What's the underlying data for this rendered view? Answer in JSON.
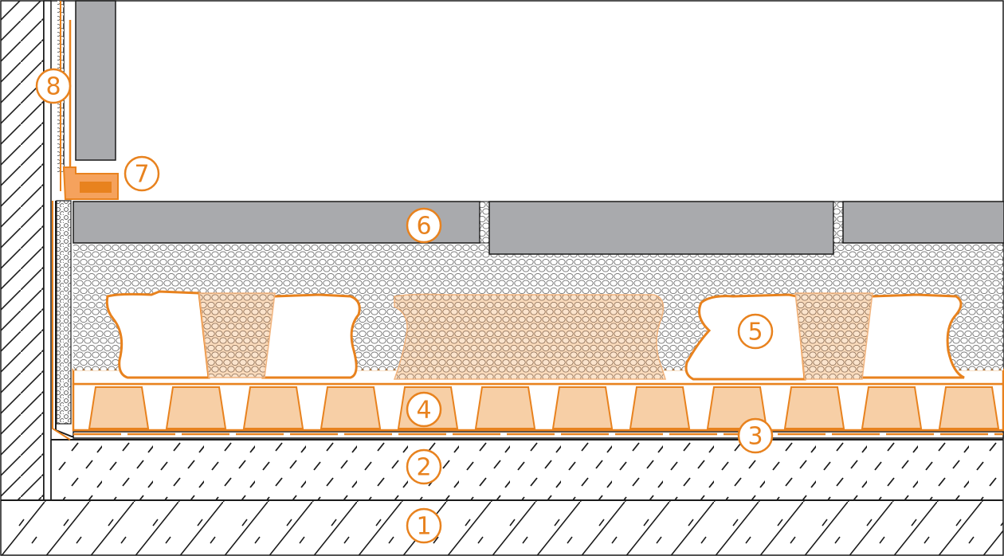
{
  "diagram": {
    "callouts": [
      {
        "id": "1",
        "label": "1"
      },
      {
        "id": "2",
        "label": "2"
      },
      {
        "id": "3",
        "label": "3"
      },
      {
        "id": "4",
        "label": "4"
      },
      {
        "id": "5",
        "label": "5"
      },
      {
        "id": "6",
        "label": "6"
      },
      {
        "id": "7",
        "label": "7"
      },
      {
        "id": "8",
        "label": "8"
      }
    ],
    "colors": {
      "accent": "#e8821e",
      "membrane_fill": "#f7cfa6",
      "tile": "#a9aaad",
      "outline": "#1a1a1a"
    }
  }
}
